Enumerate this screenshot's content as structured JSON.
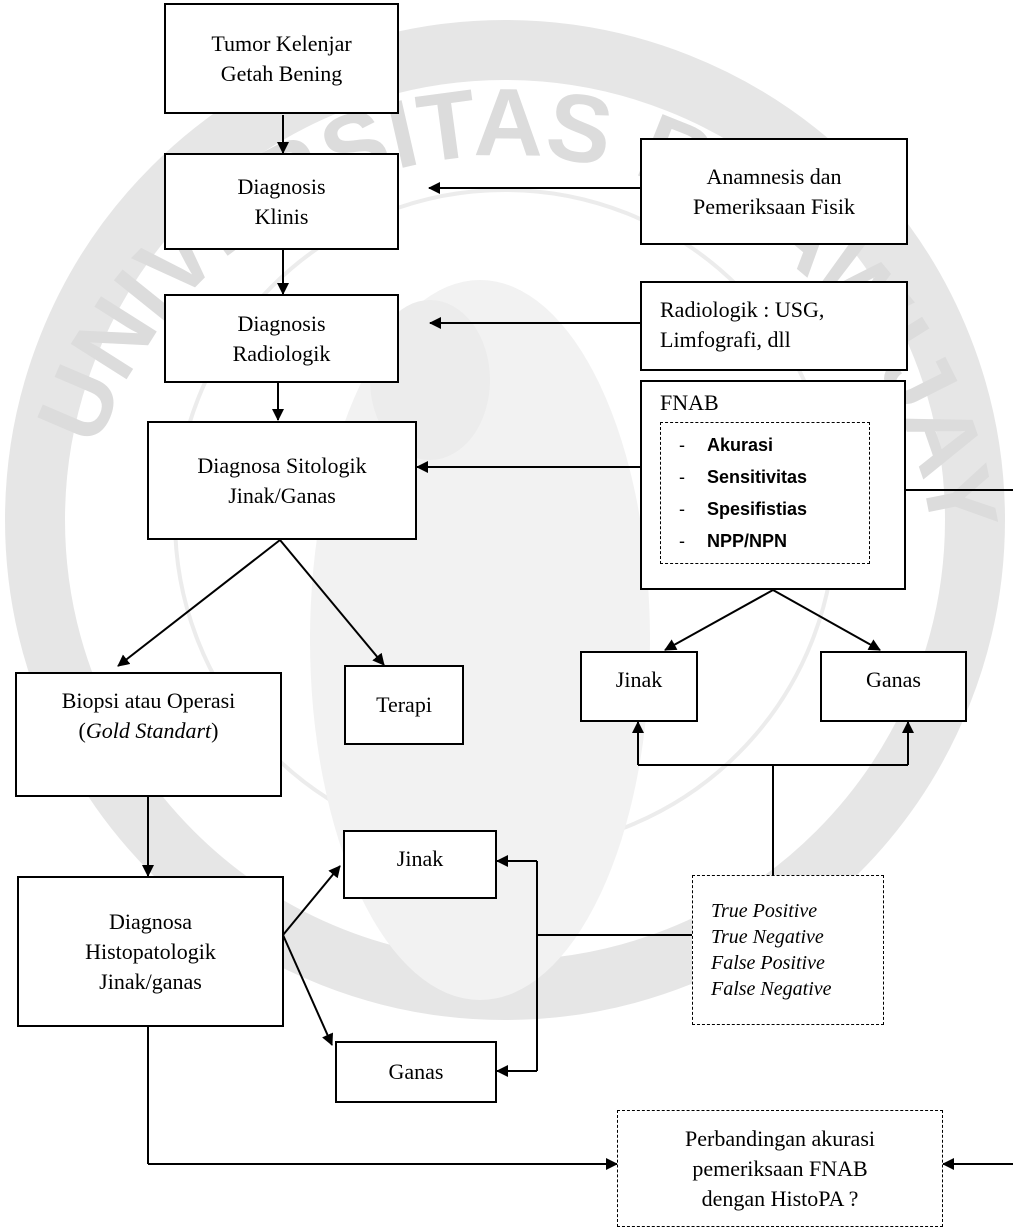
{
  "nodes": {
    "tumor": [
      "Tumor Kelenjar",
      "Getah Bening"
    ],
    "diagnosis_klinis": [
      "Diagnosis",
      "Klinis"
    ],
    "anamnesis": [
      "Anamnesis dan",
      "Pemeriksaan Fisik"
    ],
    "diagnosis_radiologik": [
      "Diagnosis",
      "Radiologik"
    ],
    "radiologik_usg": [
      "Radiologik : USG,",
      "Limfografi, dll"
    ],
    "sitologik": [
      "Diagnosa Sitologik",
      "Jinak/Ganas"
    ],
    "fnab": {
      "title": "FNAB",
      "items": [
        "Akurasi",
        "Sensitivitas",
        "Spesifistias",
        "NPP/NPN"
      ],
      "bullet": "-"
    },
    "biopsi": {
      "line1": "Biopsi atau Operasi",
      "line2_open": "(",
      "line2_italic": "Gold Standart",
      "line2_close": ")"
    },
    "terapi": "Terapi",
    "fnab_jinak": "Jinak",
    "fnab_ganas": "Ganas",
    "histopatologik": [
      "Diagnosa",
      "Histopatologik",
      "Jinak/ganas"
    ],
    "histo_jinak": "Jinak",
    "histo_ganas": "Ganas",
    "truefalse": [
      "True Positive",
      "True Negative",
      "False Positive",
      "False Negative"
    ],
    "perbandingan": [
      "Perbandingan akurasi",
      "pemeriksaan FNAB",
      "dengan HistoPA ?"
    ]
  },
  "watermark": {
    "text": "UNIVERSITAS BRAWIJAYA",
    "color": "#c8c8c8"
  }
}
